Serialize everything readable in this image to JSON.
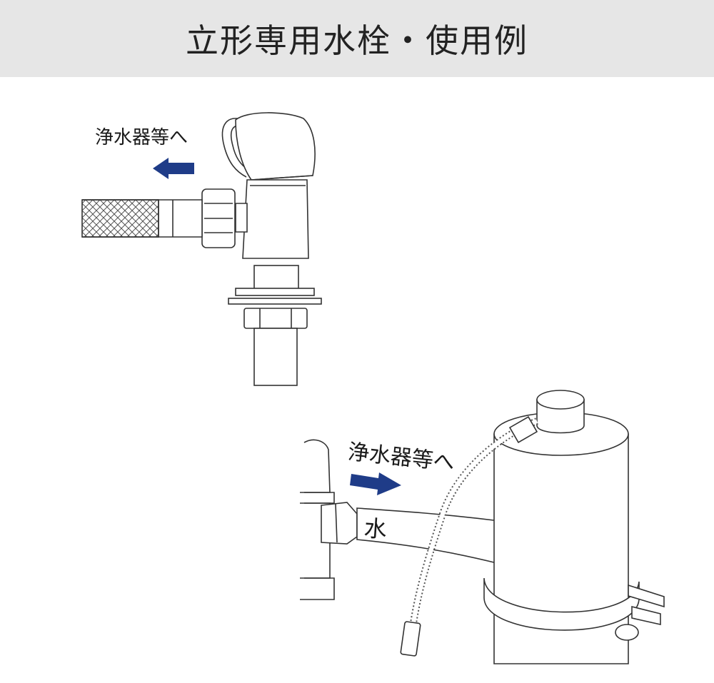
{
  "header": {
    "title": "立形専用水栓・使用例"
  },
  "diagram": {
    "top_label": "浄水器等へ",
    "bottom_label": "浄水器等へ",
    "water_label": "水",
    "arrow_color": "#1f3c88",
    "line_color": "#333333",
    "icons": {
      "top_arrow": "arrow-left-icon",
      "bottom_arrow": "arrow-right-icon"
    }
  }
}
